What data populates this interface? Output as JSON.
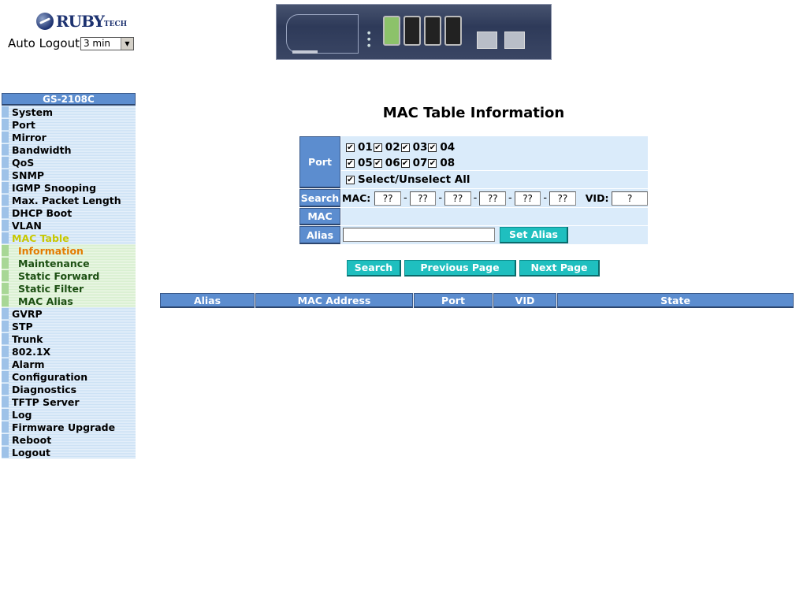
{
  "header": {
    "logo_text": "RUBY",
    "logo_suffix": "TECH",
    "auto_logout_label": "Auto Logout",
    "auto_logout_value": "3 min"
  },
  "sidebar": {
    "title": "GS-2108C",
    "items": [
      {
        "label": "System"
      },
      {
        "label": "Port"
      },
      {
        "label": "Mirror"
      },
      {
        "label": "Bandwidth"
      },
      {
        "label": "QoS"
      },
      {
        "label": "SNMP"
      },
      {
        "label": "IGMP Snooping"
      },
      {
        "label": "Max. Packet Length"
      },
      {
        "label": "DHCP Boot"
      },
      {
        "label": "VLAN"
      },
      {
        "label": "MAC Table"
      },
      {
        "label": "Information"
      },
      {
        "label": "Maintenance"
      },
      {
        "label": "Static Forward"
      },
      {
        "label": "Static Filter"
      },
      {
        "label": "MAC Alias"
      },
      {
        "label": "GVRP"
      },
      {
        "label": "STP"
      },
      {
        "label": "Trunk"
      },
      {
        "label": "802.1X"
      },
      {
        "label": "Alarm"
      },
      {
        "label": "Configuration"
      },
      {
        "label": "Diagnostics"
      },
      {
        "label": "TFTP Server"
      },
      {
        "label": "Log"
      },
      {
        "label": "Firmware Upgrade"
      },
      {
        "label": "Reboot"
      },
      {
        "label": "Logout"
      }
    ]
  },
  "main": {
    "title": "MAC Table Information",
    "filter": {
      "port_label": "Port",
      "ports": [
        {
          "label": "01",
          "checked": true
        },
        {
          "label": "02",
          "checked": true
        },
        {
          "label": "03",
          "checked": true
        },
        {
          "label": "04",
          "checked": true
        },
        {
          "label": "05",
          "checked": true
        },
        {
          "label": "06",
          "checked": true
        },
        {
          "label": "07",
          "checked": true
        },
        {
          "label": "08",
          "checked": true
        }
      ],
      "select_all_label": "Select/Unselect All",
      "search_label": "Search",
      "mac_prefix": "MAC:",
      "mac_octets": [
        "??",
        "??",
        "??",
        "??",
        "??",
        "??"
      ],
      "mac_sep": "-",
      "vid_label": "VID:",
      "vid_value": "?",
      "mac_row_label": "MAC",
      "alias_label": "Alias",
      "alias_value": "",
      "set_alias_button": "Set Alias"
    },
    "buttons": {
      "search": "Search",
      "previous": "Previous Page",
      "next": "Next Page"
    },
    "results": {
      "columns": [
        "Alias",
        "MAC Address",
        "Port",
        "VID",
        "State"
      ],
      "rows": []
    }
  },
  "colors": {
    "header_blue": "#5c8dcf",
    "cell_blue": "#daebfa",
    "button_teal": "#1fbfbf",
    "menu_active": "#c8c800",
    "submenu_current": "#e47b00"
  },
  "icons": {
    "check": "✔",
    "dropdown": "▼"
  }
}
